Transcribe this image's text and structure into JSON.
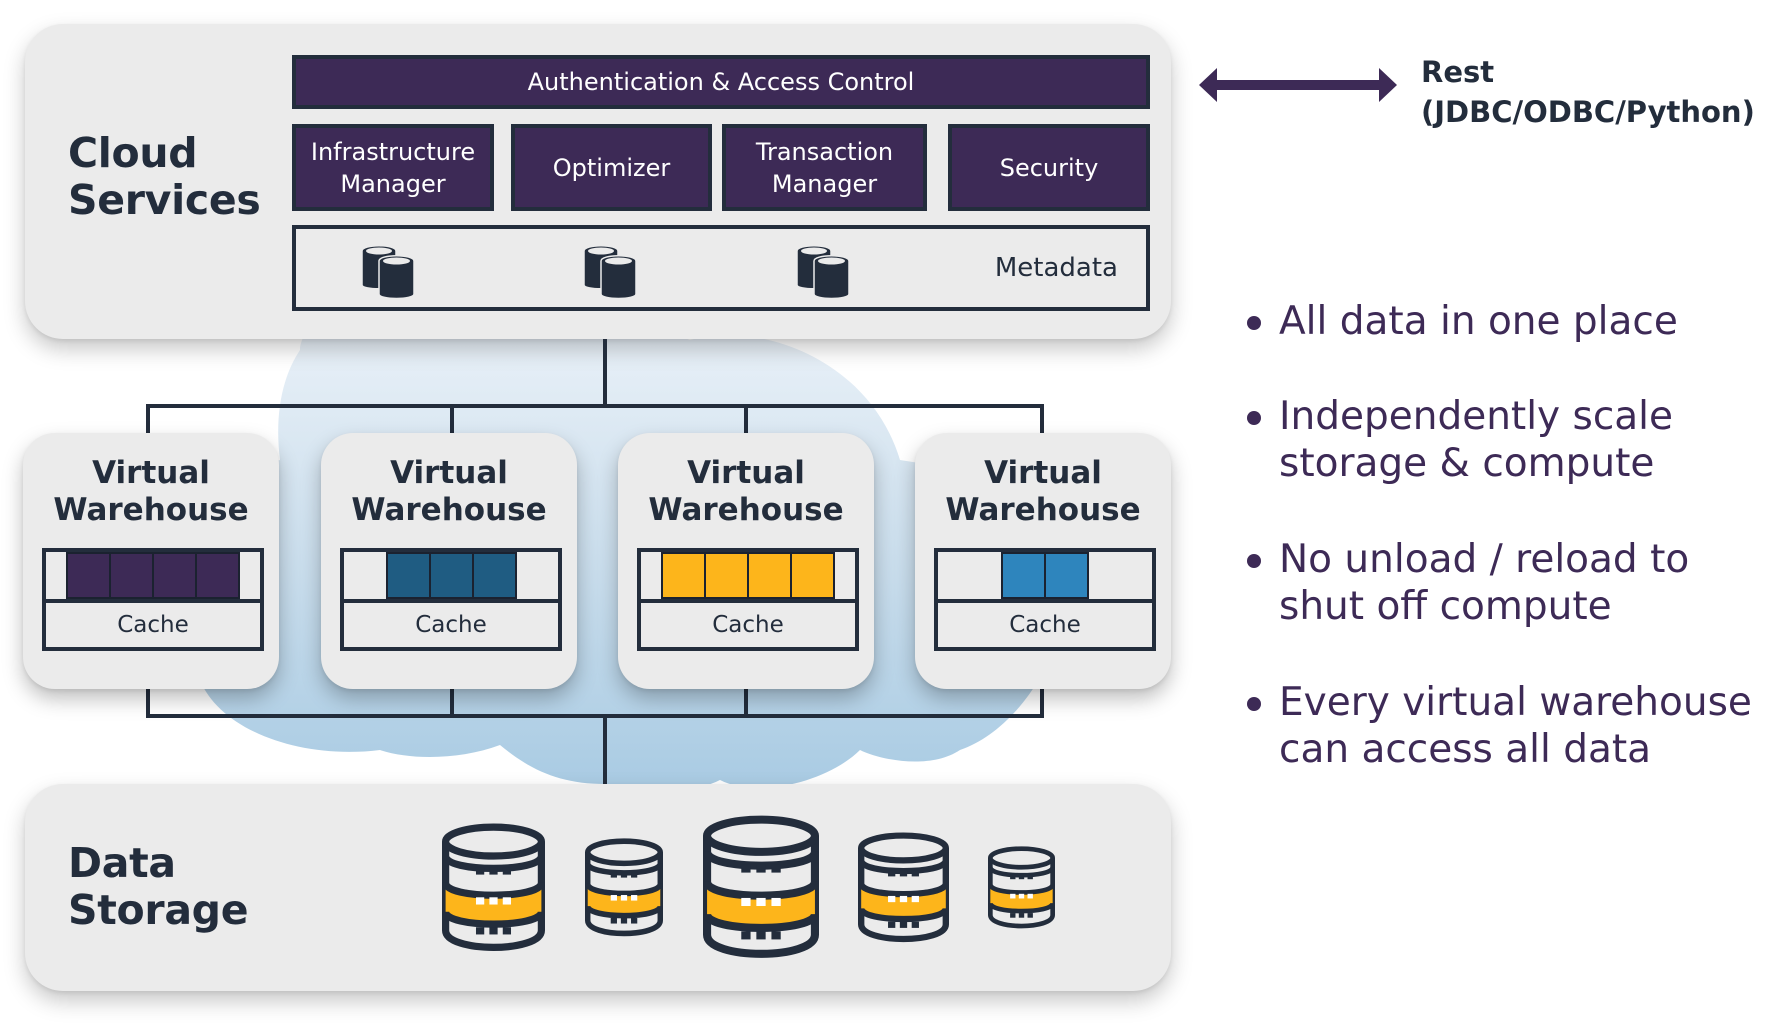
{
  "cloud_services": {
    "title_line1": "Cloud",
    "title_line2": "Services",
    "auth_bar": "Authentication & Access Control",
    "services": [
      {
        "line1": "Infrastructure",
        "line2": "Manager"
      },
      {
        "line1": "Optimizer",
        "line2": ""
      },
      {
        "line1": "Transaction",
        "line2": "Manager"
      },
      {
        "line1": "Security",
        "line2": ""
      }
    ],
    "metadata_label": "Metadata",
    "metadata_icon": "database-stack-icon"
  },
  "interface": {
    "arrow_icon": "double-arrow-icon",
    "line1": "Rest",
    "line2": "(JDBC/ODBC/Python)"
  },
  "warehouses": [
    {
      "title_line1": "Virtual",
      "title_line2": "Warehouse",
      "cache_label": "Cache",
      "nodes": 4,
      "color": "#3d2a56"
    },
    {
      "title_line1": "Virtual",
      "title_line2": "Warehouse",
      "cache_label": "Cache",
      "nodes": 3,
      "color": "#1f5c82"
    },
    {
      "title_line1": "Virtual",
      "title_line2": "Warehouse",
      "cache_label": "Cache",
      "nodes": 4,
      "color": "#fdb51b"
    },
    {
      "title_line1": "Virtual",
      "title_line2": "Warehouse",
      "cache_label": "Cache",
      "nodes": 2,
      "color": "#2e85bd"
    }
  ],
  "data_storage": {
    "title_line1": "Data",
    "title_line2": "Storage",
    "cylinder_icon": "database-server-icon",
    "cylinder_count": 5
  },
  "bullets": [
    {
      "lines": [
        "All data in one place"
      ]
    },
    {
      "lines": [
        "Independently scale",
        "storage & compute"
      ]
    },
    {
      "lines": [
        "No unload / reload to",
        "shut off compute"
      ]
    },
    {
      "lines": [
        "Every virtual warehouse",
        "can access all data"
      ]
    }
  ],
  "colors": {
    "dark": "#232d3c",
    "purple": "#3d2a56",
    "panel": "#ebebeb",
    "accent_yellow": "#fdb51b",
    "cloud_light": "#e9f1f8",
    "cloud_dark": "#adcde4"
  }
}
